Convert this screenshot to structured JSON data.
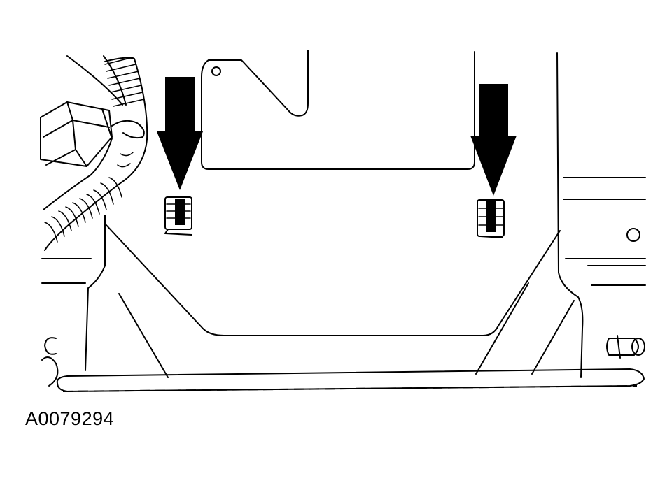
{
  "figure": {
    "code": "A0079294"
  },
  "callouts": [
    {
      "name": "left-arrow",
      "color": "#000000"
    },
    {
      "name": "right-arrow",
      "color": "#000000"
    }
  ],
  "fasteners": [
    "left-clip",
    "right-clip"
  ]
}
